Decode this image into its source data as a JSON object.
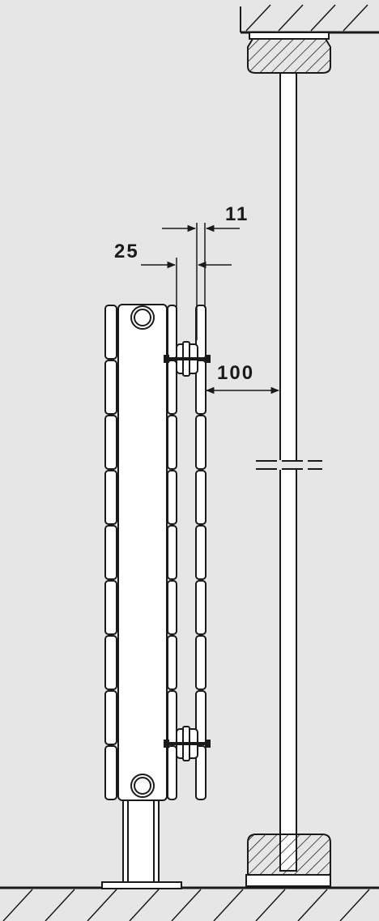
{
  "colors": {
    "background": "#e6e6e6",
    "stroke": "#1a1a1a",
    "fill": "#ffffff"
  },
  "dimensions": {
    "dim_11": "11",
    "dim_25": "25",
    "dim_100": "100"
  }
}
